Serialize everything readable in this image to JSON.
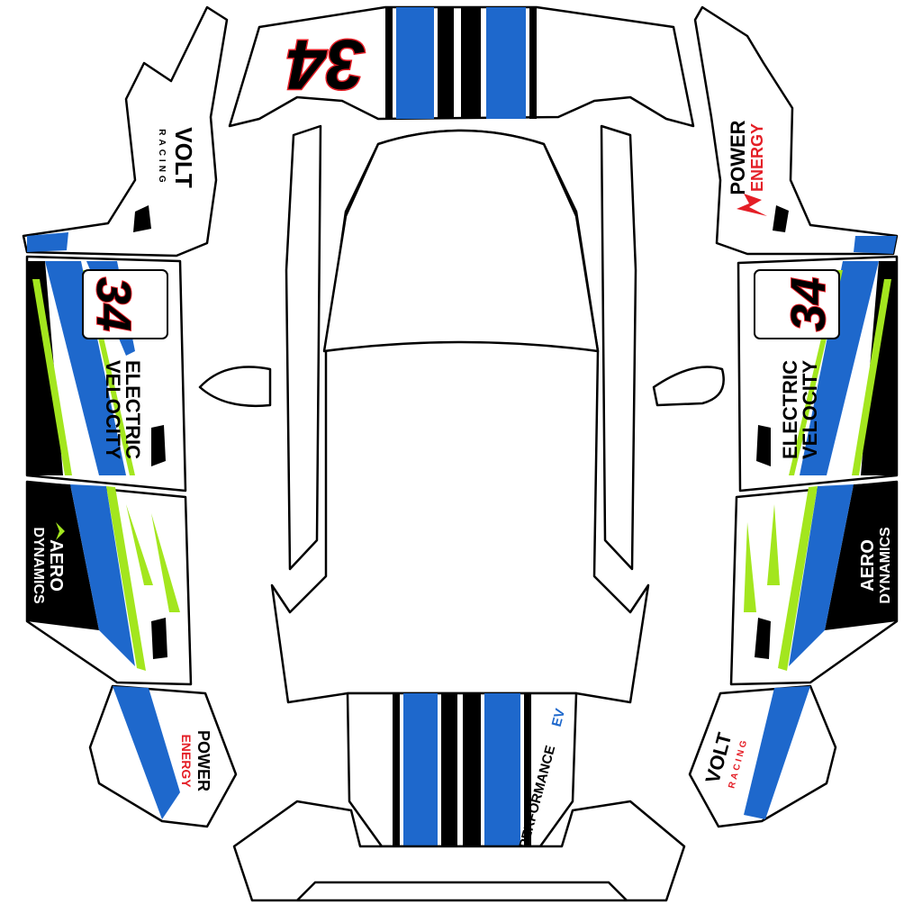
{
  "colors": {
    "accent_blue": "#1e68cc",
    "accent_green": "#a3e61e",
    "accent_red": "#e41e26",
    "black": "#000000",
    "white": "#ffffff"
  },
  "car_number": "34",
  "sponsors": {
    "volt": "VOLT",
    "racing": "RACING",
    "power": "POWER",
    "energy": "ENERGY",
    "electric": "ELECTRIC",
    "velocity": "VELOCITY",
    "aero": "AERO",
    "dynamics": "DYNAMICS",
    "performance": "PERFORMANCE",
    "ev": "EV"
  },
  "icons": [
    "lightning-bolt-icon",
    "aero-chevron-icon"
  ]
}
